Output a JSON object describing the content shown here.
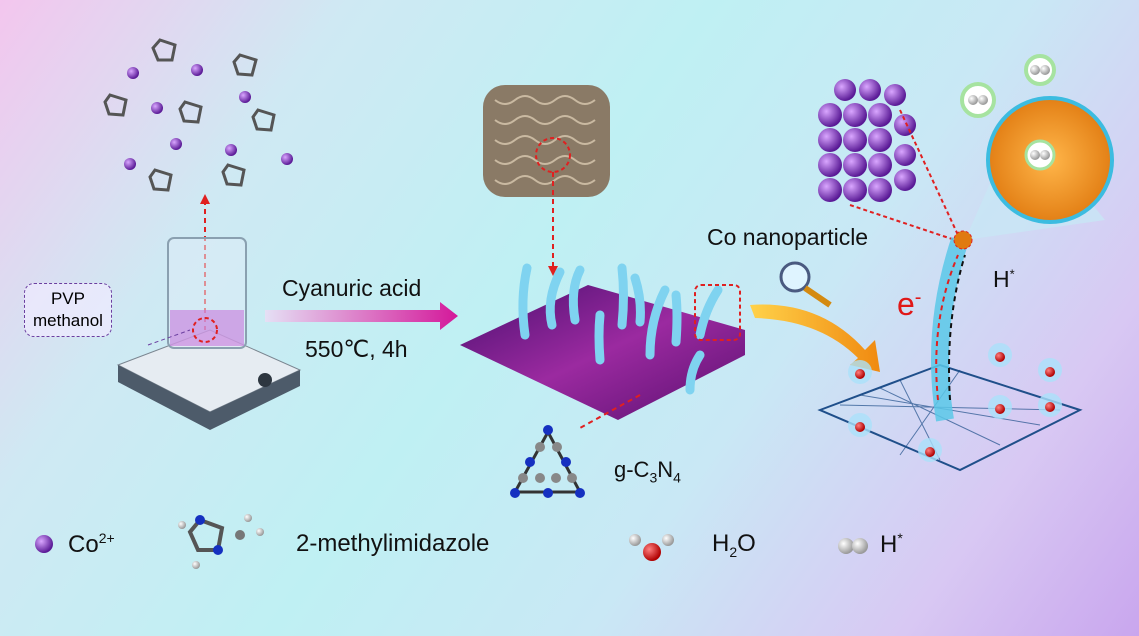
{
  "synthesis": {
    "solution_box": {
      "line1": "PVP",
      "line2": "methanol"
    },
    "arrow_top": "Cyanuric acid",
    "arrow_bottom": "550℃, 4h",
    "product_label": {
      "base": "g-C",
      "sub1": "3",
      "mid": "N",
      "sub2": "4"
    }
  },
  "mechanism": {
    "co_label": "Co nanoparticle",
    "electron": {
      "base": "e",
      "sup": "-"
    },
    "hydrogen": {
      "base": "H",
      "sup": "*"
    }
  },
  "legend": {
    "co": {
      "base": "Co",
      "sup": "2+"
    },
    "ligand": "2-methylimidazole",
    "water": {
      "base": "H",
      "sub": "2",
      "tail": "O"
    },
    "h": {
      "base": "H",
      "sup": "*"
    }
  },
  "colors": {
    "cobalt": "#7a2fb5",
    "arrow": "#e0207e",
    "dashed": "#e02020",
    "tube": "#7fd3f0",
    "sheet": "#7a1c8c"
  }
}
